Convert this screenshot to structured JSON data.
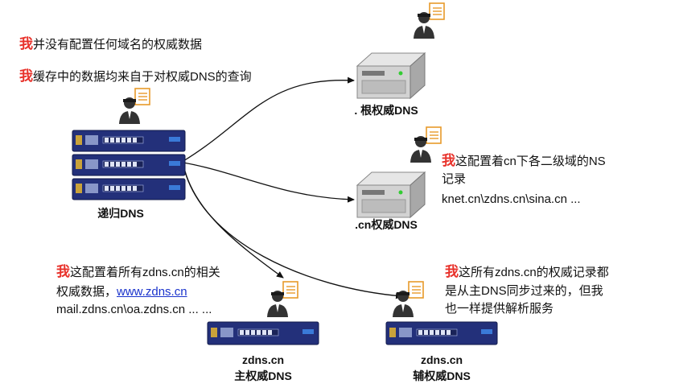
{
  "recursive": {
    "me": "我",
    "line1": "并没有配置任何域名的权威数据",
    "line2": "缓存中的数据均来自于对权威DNS的查询",
    "label": "递归DNS"
  },
  "root": {
    "label": ". 根权威DNS"
  },
  "cn": {
    "label": ".cn权威DNS",
    "me": "我",
    "line1": "这配置着cn下各二级域的NS",
    "line2": "记录",
    "line3": "knet.cn\\zdns.cn\\sina.cn ..."
  },
  "master": {
    "me": "我",
    "line1": "这配置着所有zdns.cn的相关",
    "line2_prefix": "权威数据，",
    "link": "www.zdns.cn",
    "line3": "mail.zdns.cn\\oa.zdns.cn ... ...",
    "label1": "zdns.cn",
    "label2": "主权威DNS"
  },
  "slave": {
    "me": "我",
    "line1": "这所有zdns.cn的权威记录都",
    "line2": "是从主DNS同步过来的，但我",
    "line3": "也一样提供解析服务",
    "label1": "zdns.cn",
    "label2": "辅权威DNS"
  },
  "colors": {
    "accent": "#e8312a",
    "link": "#1a33cc",
    "rack": "#23307a",
    "arrow": "#111111"
  }
}
